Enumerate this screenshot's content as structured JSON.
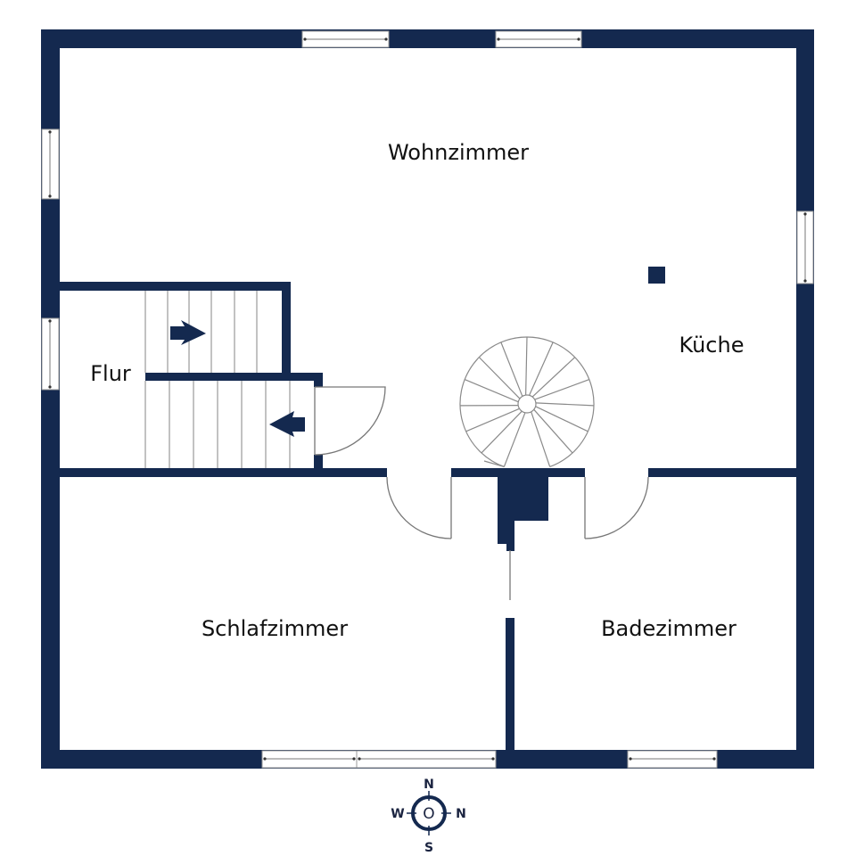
{
  "plan": {
    "colors": {
      "wall": "#14294f",
      "line": "#8a8a8a",
      "background": "#ffffff",
      "text": "#111111"
    },
    "rooms": {
      "wohnzimmer": "Wohnzimmer",
      "kueche": "Küche",
      "flur": "Flur",
      "schlafzimmer": "Schlafzimmer",
      "badezimmer": "Badezimmer"
    },
    "compass": {
      "top": "N",
      "left": "W",
      "center": "O",
      "right": "N",
      "bottom": "S"
    },
    "stairs": {
      "upper_direction": "right",
      "lower_direction": "left",
      "spiral_steps": 15
    }
  }
}
